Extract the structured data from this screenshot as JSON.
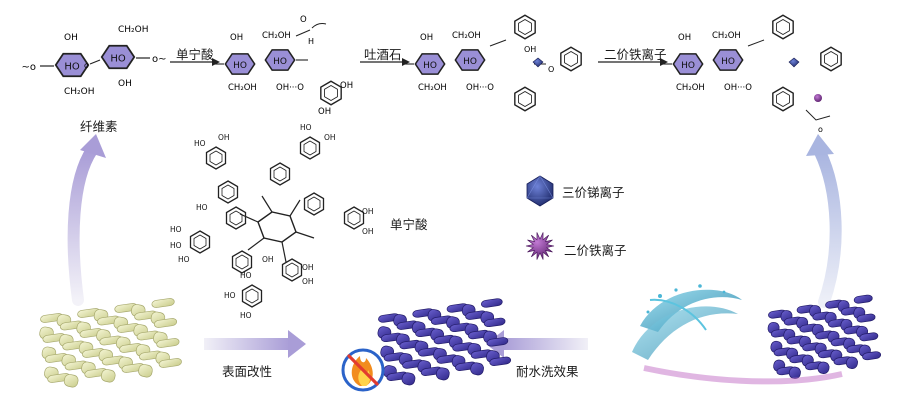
{
  "labels": {
    "cellulose": "纤维素",
    "tannic_acid_top": "单宁酸",
    "tartar_emetic": "吐酒石",
    "ferrous_top": "二价铁离子",
    "tannic_acid_mid": "单宁酸",
    "antimony_legend": "三价锑离子",
    "ferrous_legend": "二价铁离子",
    "surface_mod": "表面改性",
    "wash_durability": "耐水洗效果"
  },
  "colors": {
    "ring_fill": "#9a8fd6",
    "antimony": "#2d3f8e",
    "iron": "#8a3a9c",
    "fabric_plain": "#e6e8b4",
    "fabric_treated": "#4a3fae",
    "arrow_grad_start": "#e9e7f3",
    "arrow_grad_end": "#a99dd7",
    "water": "#2ea7c9"
  },
  "icons": [
    "antimony-octahedron-icon",
    "ferrous-star-icon",
    "flame-retardant-icon",
    "water-splash-icon"
  ]
}
